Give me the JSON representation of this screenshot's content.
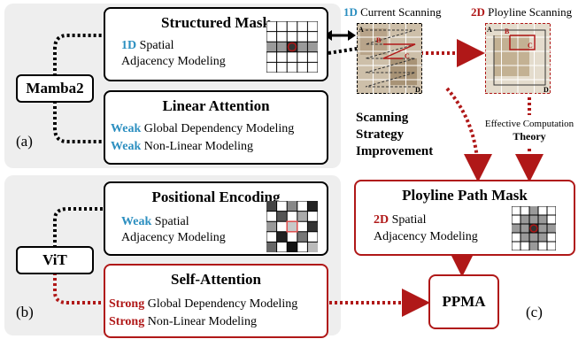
{
  "panel_a": {
    "label": "(a)",
    "node": "Mamba2",
    "structured_mask": {
      "title": "Structured Mask",
      "kw": "1D",
      "line1": " Spatial",
      "line2": "Adjacency Modeling"
    },
    "linear_attention": {
      "title": "Linear Attention",
      "kw1": "Weak",
      "line1": " Global Dependency Modeling",
      "kw2": "Weak",
      "line2": " Non-Linear Modeling"
    }
  },
  "panel_b": {
    "label": "(b)",
    "node": "ViT",
    "positional_encoding": {
      "title": "Positional Encoding",
      "kw": "Weak",
      "line1": " Spatial",
      "line2": "Adjacency Modeling"
    },
    "self_attention": {
      "title": "Self-Attention",
      "kw1": "Strong",
      "line1": " Global Dependency Modeling",
      "kw2": "Strong",
      "line2": " Non-Linear Modeling"
    }
  },
  "panel_c": {
    "label": "(c)",
    "scan1_kw": "1D",
    "scan1_text": " Current Scanning",
    "scan2_kw": "2D",
    "scan2_text": " Ployline Scanning",
    "grid_labels": {
      "a": "A",
      "b": "B",
      "c": "C",
      "d": "D"
    },
    "strategy": [
      "Scanning",
      "Strategy",
      "Improvement"
    ],
    "theory_line1": "Effective Computation",
    "theory_line2": "Theory",
    "ployline": {
      "title": "Ployline Path Mask",
      "kw": "2D",
      "line1": " Spatial",
      "line2": "Adjacency Modeling"
    },
    "ppma": "PPMA"
  },
  "colors": {
    "red": "#b01818",
    "blue": "#2c8fc0",
    "panel_bg": "#eeeeee"
  }
}
